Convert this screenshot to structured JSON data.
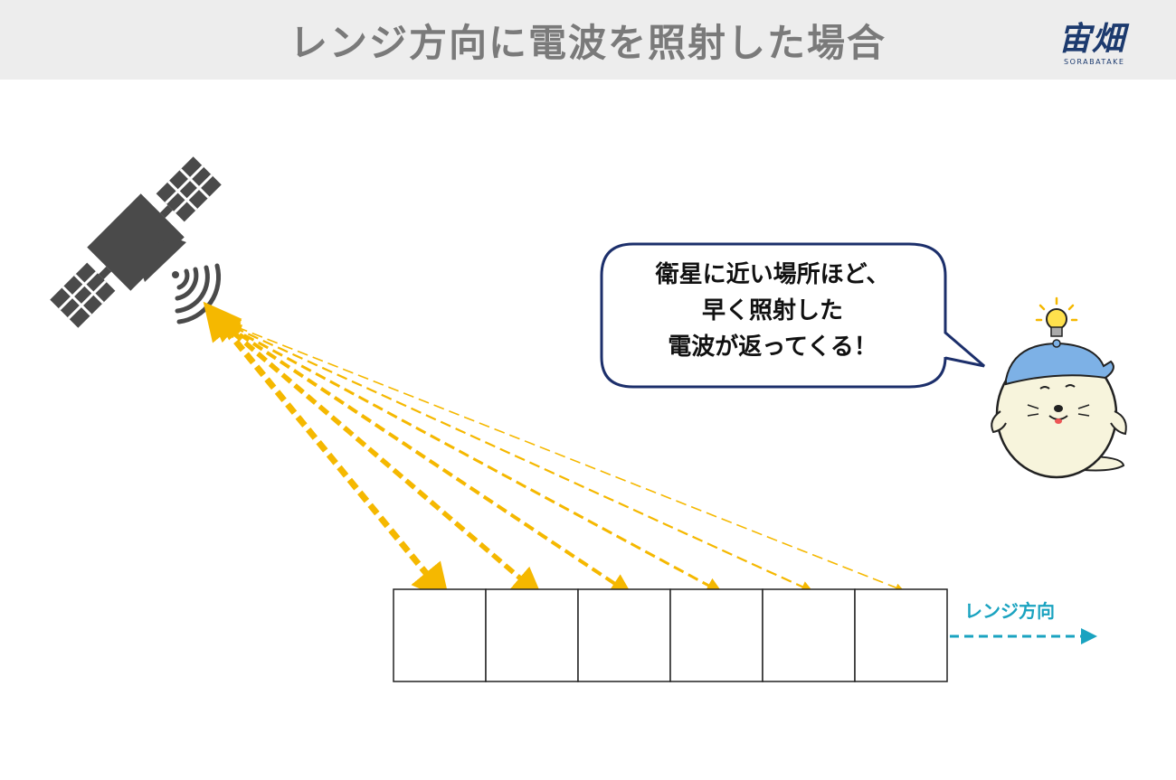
{
  "header": {
    "title": "レンジ方向に電波を照射した場合"
  },
  "logo": {
    "text": "宙畑",
    "subtext": "SORABATAKE"
  },
  "speech_bubble": {
    "lines": [
      "衛星に近い場所ほど、",
      "早く照射した",
      "電波が返ってくる！"
    ]
  },
  "range_direction": {
    "label": "レンジ方向"
  },
  "ground_cells": {
    "count": 6
  },
  "colors": {
    "beam": "#f5b800",
    "range_arrow": "#1aa3c0",
    "bubble_border": "#1c2f6b",
    "header_bg": "#ededed",
    "title": "#7a7a7a"
  },
  "icons": [
    "satellite-icon",
    "signal-wave-icon",
    "character-mascot-icon",
    "lightbulb-icon"
  ]
}
